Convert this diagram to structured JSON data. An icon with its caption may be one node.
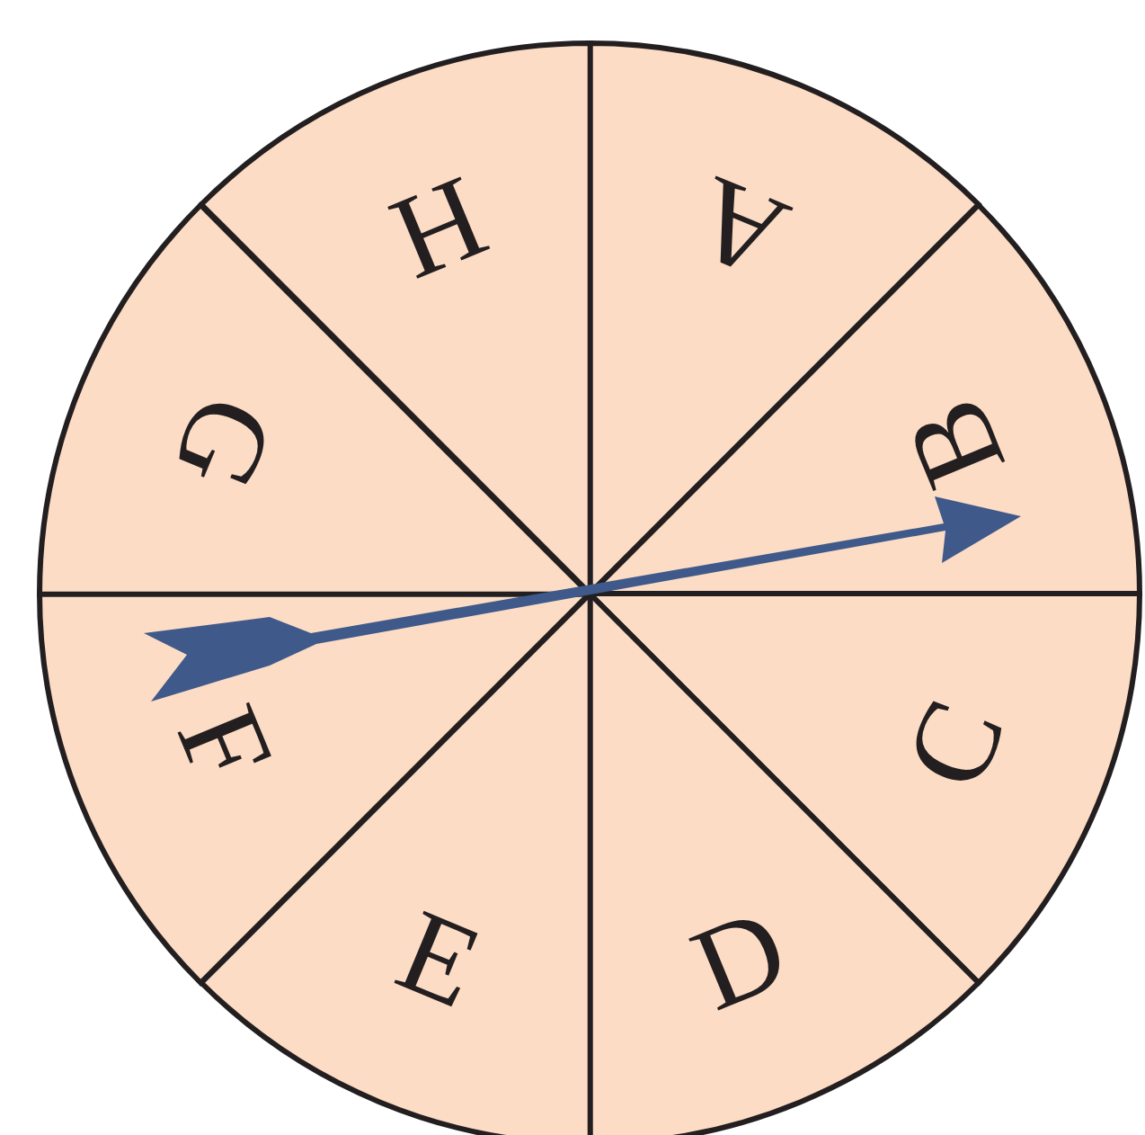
{
  "diagram": {
    "nodes": [
      {
        "text": [
          "A"
        ]
      },
      {
        "text": [
          "B"
        ]
      },
      {
        "text": [
          "C"
        ]
      },
      {
        "text": [
          "D"
        ]
      },
      {
        "text": [
          "E"
        ]
      },
      {
        "text": [
          "F"
        ]
      },
      {
        "text": [
          "G"
        ]
      },
      {
        "text": [
          "H"
        ]
      }
    ]
  }
}
